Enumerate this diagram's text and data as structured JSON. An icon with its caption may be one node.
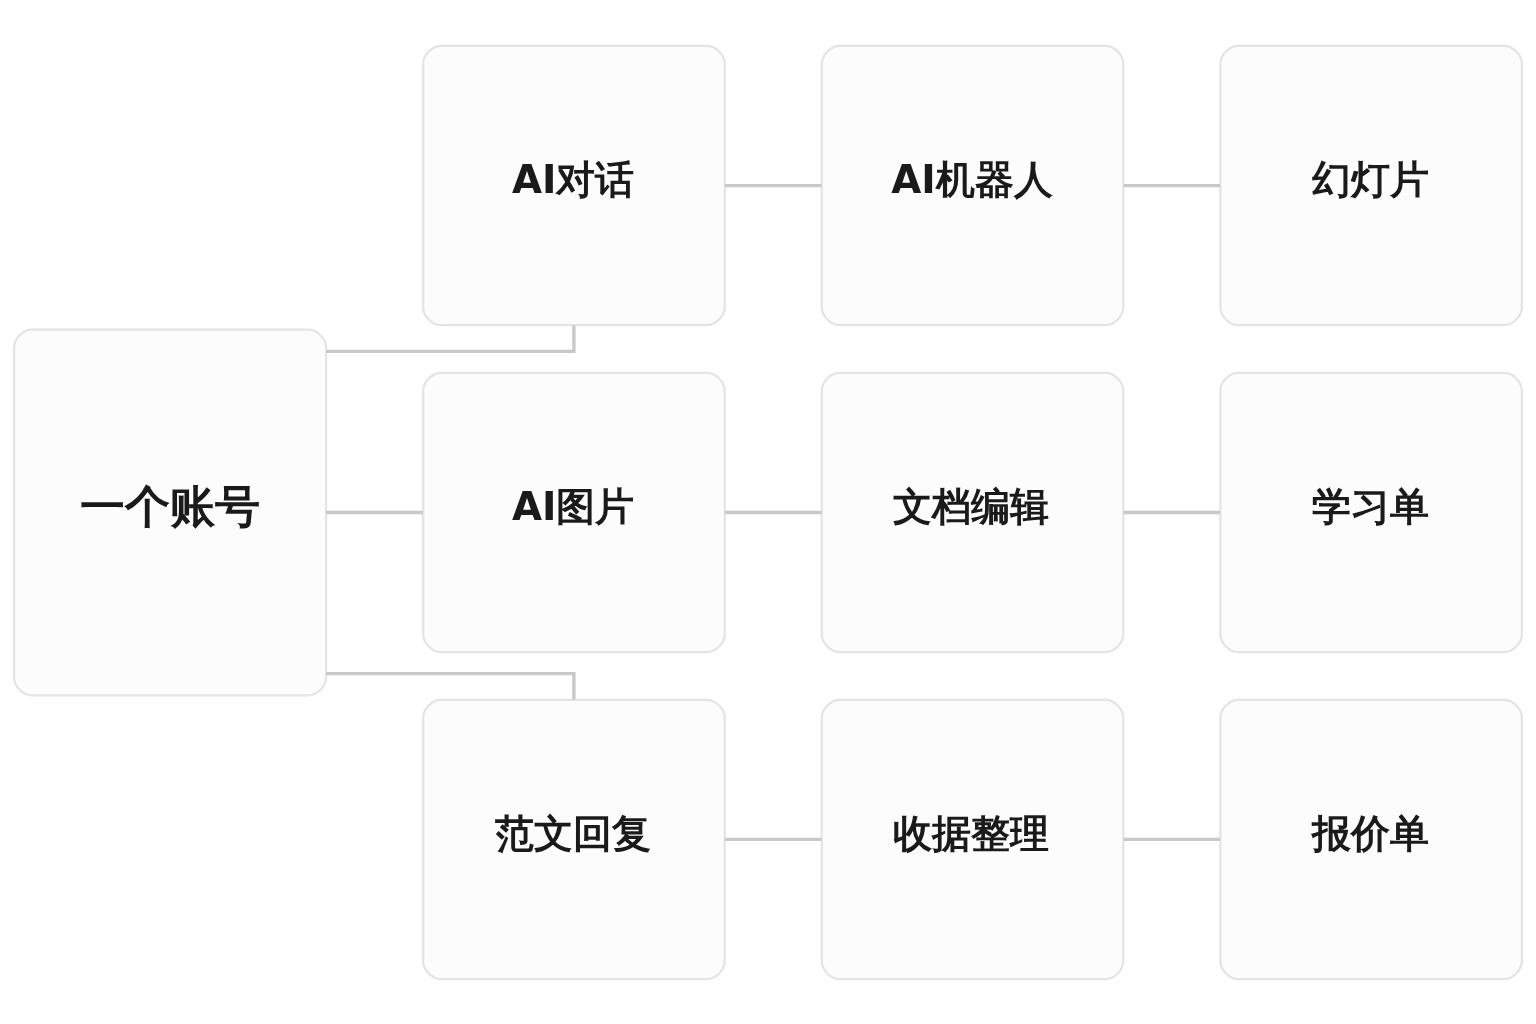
{
  "diagram": {
    "nodes": [
      {
        "text": [
          "一个账号"
        ]
      },
      {
        "text": [
          "AI对话"
        ]
      },
      {
        "text": [
          "AI机器人"
        ]
      },
      {
        "text": [
          "幻灯片"
        ]
      },
      {
        "text": [
          "AI图片"
        ]
      },
      {
        "text": [
          "文档编辑"
        ]
      },
      {
        "text": [
          "学习单"
        ]
      },
      {
        "text": [
          "范文回复"
        ]
      },
      {
        "text": [
          "收据整理"
        ]
      },
      {
        "text": [
          "报价单"
        ]
      }
    ],
    "edges": [
      {
        "from": 0,
        "to": 1,
        "arrow": "none"
      },
      {
        "from": 0,
        "to": 4,
        "arrow": "none"
      },
      {
        "from": 0,
        "to": 7,
        "arrow": "none"
      },
      {
        "from": 1,
        "to": 2,
        "arrow": "none"
      },
      {
        "from": 2,
        "to": 3,
        "arrow": "none"
      },
      {
        "from": 4,
        "to": 5,
        "arrow": "none"
      },
      {
        "from": 5,
        "to": 6,
        "arrow": "none"
      },
      {
        "from": 7,
        "to": 8,
        "arrow": "none"
      },
      {
        "from": 8,
        "to": 9,
        "arrow": "none"
      }
    ]
  }
}
